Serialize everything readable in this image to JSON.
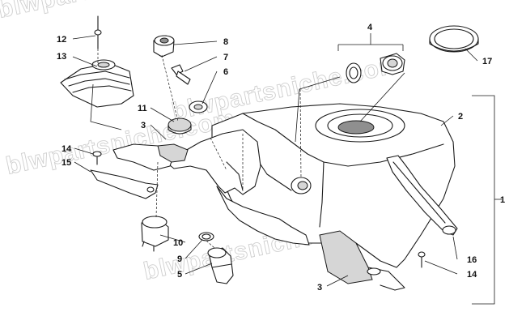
{
  "watermark": {
    "text": "blwpartsniche.com"
  },
  "callouts": [
    {
      "id": "c1",
      "label": "1"
    },
    {
      "id": "c2",
      "label": "2"
    },
    {
      "id": "c3a",
      "label": "3"
    },
    {
      "id": "c3b",
      "label": "3"
    },
    {
      "id": "c4",
      "label": "4"
    },
    {
      "id": "c5",
      "label": "5"
    },
    {
      "id": "c6",
      "label": "6"
    },
    {
      "id": "c7",
      "label": "7"
    },
    {
      "id": "c8",
      "label": "8"
    },
    {
      "id": "c9",
      "label": "9"
    },
    {
      "id": "c10",
      "label": "10"
    },
    {
      "id": "c11",
      "label": "11"
    },
    {
      "id": "c12",
      "label": "12"
    },
    {
      "id": "c13",
      "label": "13"
    },
    {
      "id": "c14a",
      "label": "14"
    },
    {
      "id": "c14b",
      "label": "14"
    },
    {
      "id": "c15",
      "label": "15"
    },
    {
      "id": "c16",
      "label": "16"
    },
    {
      "id": "c17",
      "label": "17"
    }
  ]
}
